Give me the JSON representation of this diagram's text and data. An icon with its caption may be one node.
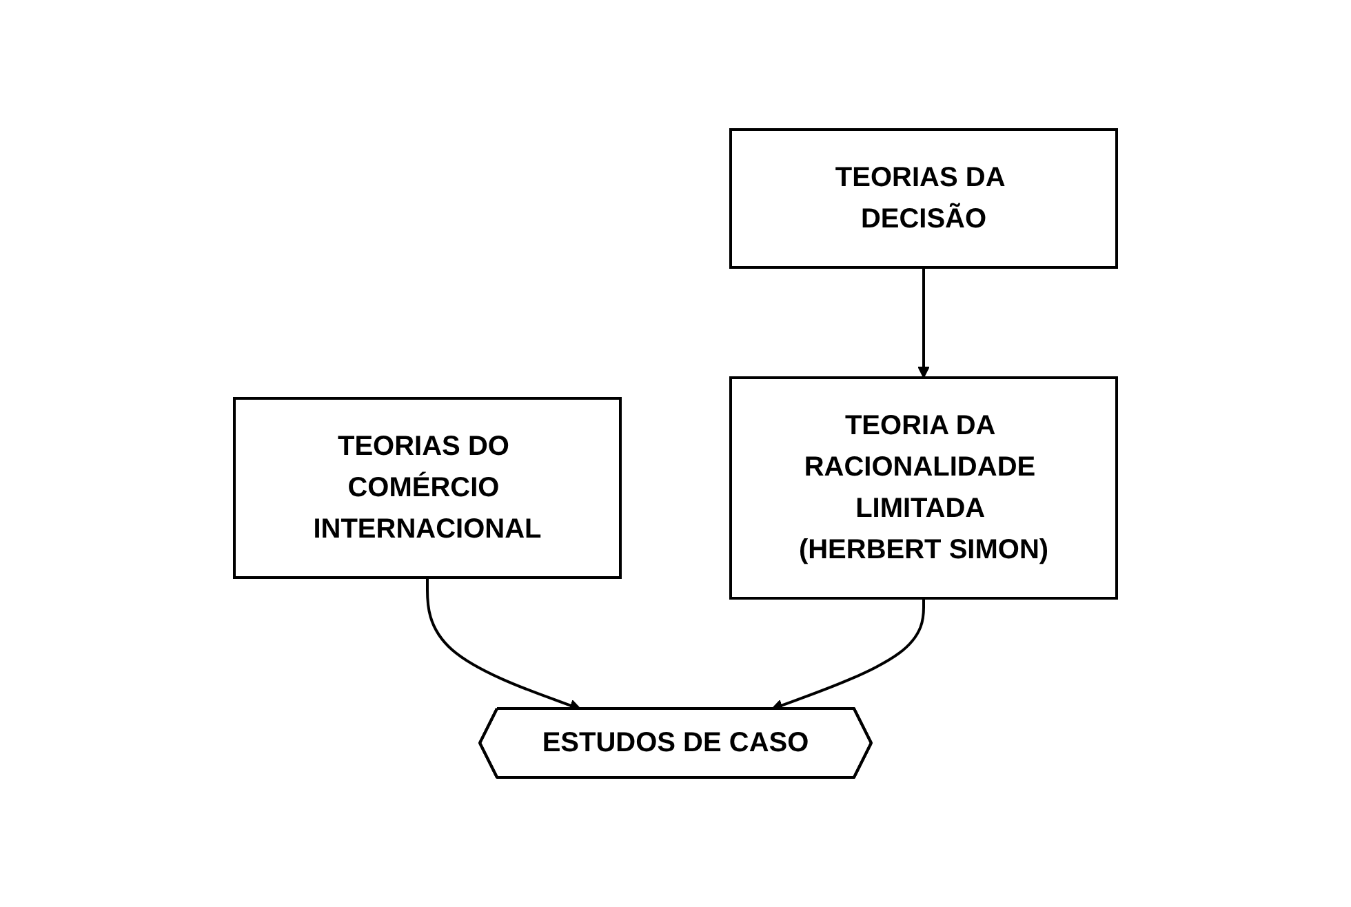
{
  "diagram": {
    "nodes": [
      {
        "text": [
          "TEORIAS DO COMÉRCIO INTERNACIONAL"
        ]
      },
      {
        "text": [
          "TEORIAS DA DECISÃO"
        ]
      },
      {
        "text": [
          "ESTUDOS DE CASO"
        ]
      },
      {
        "text": [
          "TEORIA DA RACIONALIDADE LIMITADA (HERBERT SIMON)"
        ]
      }
    ],
    "edges": [
      {
        "from": 0,
        "to": 2,
        "arrow": "to"
      },
      {
        "from": 1,
        "to": 3,
        "arrow": "to"
      },
      {
        "from": 3,
        "to": 2,
        "arrow": "to"
      }
    ]
  }
}
